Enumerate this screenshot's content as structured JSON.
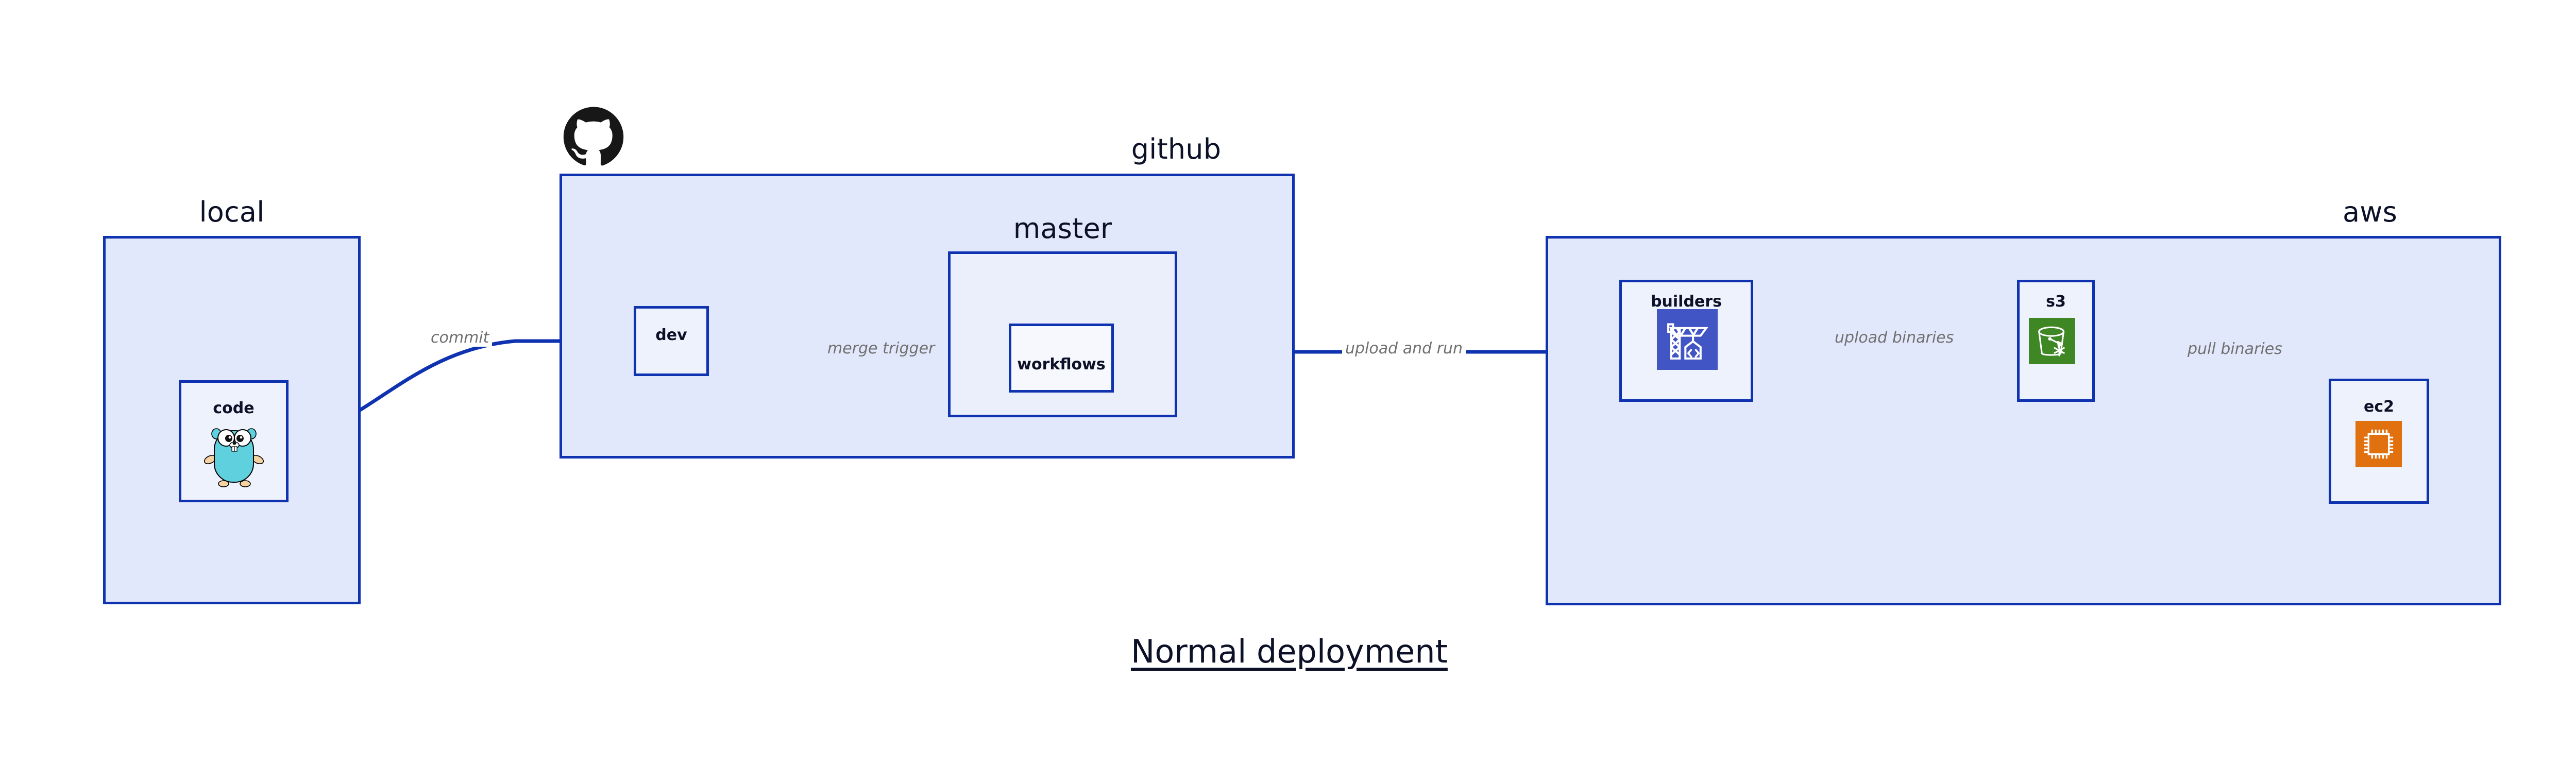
{
  "diagram": {
    "title": "Normal deployment",
    "colors": {
      "border": "#0F33B0",
      "group_fill": "#E2E8FB",
      "node_fill": "#EEF2FD",
      "label_text": "#0D1128",
      "edge_label_text": "#707070",
      "codebuild_icon": "#4255C4",
      "s3_icon": "#3F8624",
      "ec2_icon": "#E1700F",
      "gopher": "#5FD0DE",
      "octocat": "#181717"
    }
  },
  "groups": {
    "local": {
      "label": "local"
    },
    "github": {
      "label": "github",
      "logo": "octocat-logo"
    },
    "master": {
      "label": "master"
    },
    "aws": {
      "label": "aws"
    }
  },
  "nodes": {
    "code": {
      "label": "code",
      "icon": "go-gopher-icon"
    },
    "dev": {
      "label": "dev",
      "icon": ""
    },
    "workflows": {
      "label": "workflows",
      "icon": ""
    },
    "builders": {
      "label": "builders",
      "icon": "aws-codebuild-icon"
    },
    "s3": {
      "label": "s3",
      "icon": "aws-s3-bucket-icon"
    },
    "ec2": {
      "label": "ec2",
      "icon": "aws-ec2-chip-icon"
    }
  },
  "edges": [
    {
      "id": "commit",
      "label": "commit",
      "from": "code",
      "to": "dev"
    },
    {
      "id": "merge-trigger",
      "label": "merge trigger",
      "from": "dev",
      "to": "workflows"
    },
    {
      "id": "upload-and-run",
      "label": "upload and run",
      "from": "workflows",
      "to": "builders"
    },
    {
      "id": "upload-binaries",
      "label": "upload binaries",
      "from": "builders",
      "to": "s3"
    },
    {
      "id": "pull-binaries",
      "label": "pull binaries",
      "from": "s3",
      "to": "ec2"
    }
  ]
}
